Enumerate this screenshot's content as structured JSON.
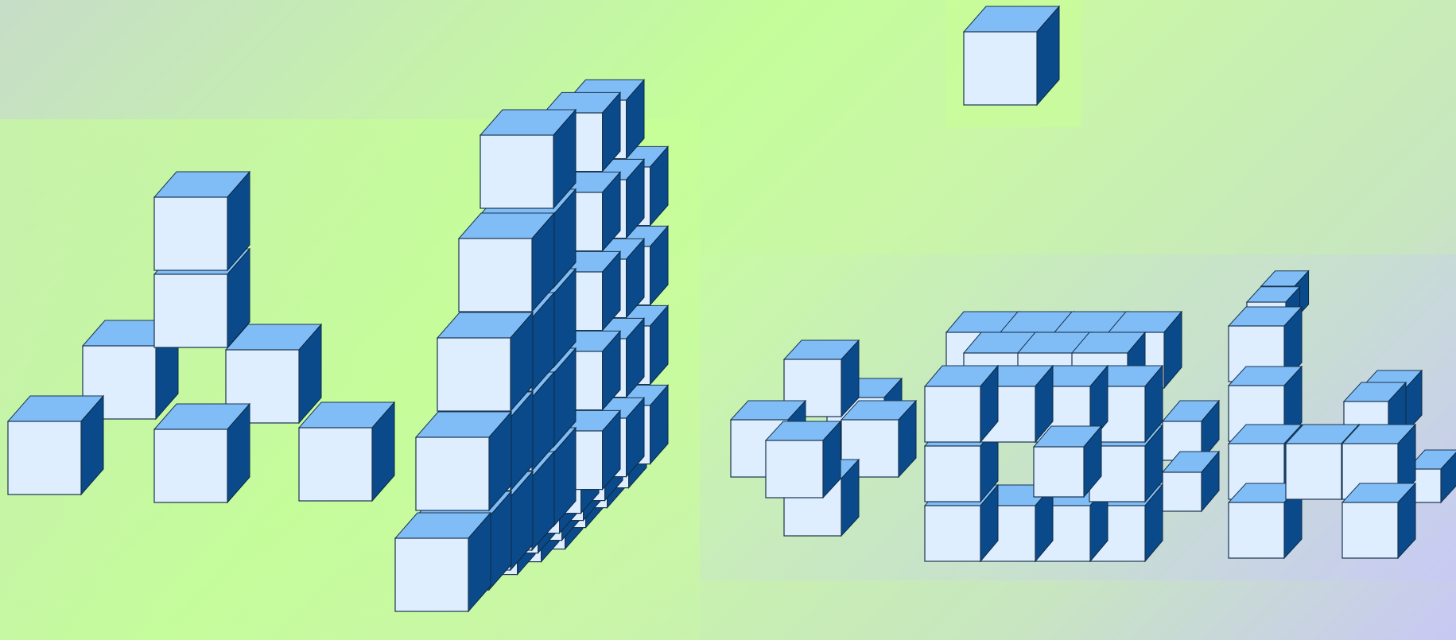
{
  "colors": {
    "front": "#deeeff",
    "top": "#80bdf6",
    "side": "#0b4a8a",
    "edge": "#1a3550",
    "bg_green": "#c4fd9a",
    "bg_lavender": "#c8c8f4"
  },
  "figures": [
    {
      "name": "single-cube",
      "cubes": 1
    },
    {
      "name": "trident-figure",
      "cubes": 7
    },
    {
      "name": "stair-figure",
      "cubes": 20
    },
    {
      "name": "plus-figure",
      "cubes": 6
    },
    {
      "name": "hollow-frame-figure",
      "cubes": 20
    },
    {
      "name": "chair-figure",
      "cubes": 14
    }
  ]
}
